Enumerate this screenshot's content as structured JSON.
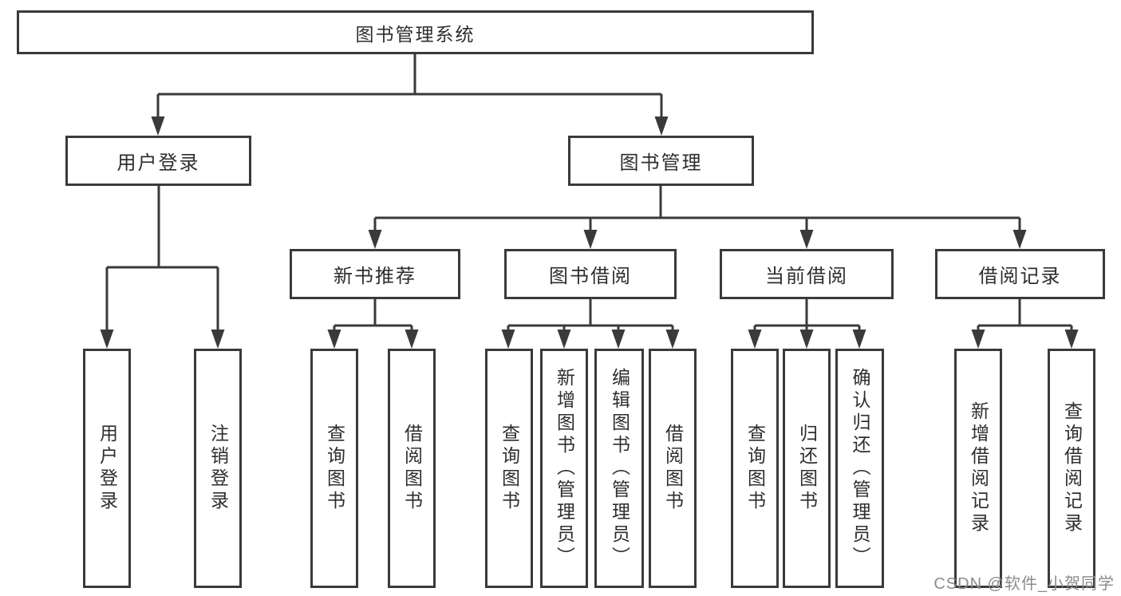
{
  "diagram": {
    "title_node": {
      "label": "图书管理系统"
    },
    "level2": [
      {
        "label": "用户登录"
      },
      {
        "label": "图书管理"
      }
    ],
    "level3": [
      {
        "label": "新书推荐",
        "parent": "图书管理"
      },
      {
        "label": "图书借阅",
        "parent": "图书管理"
      },
      {
        "label": "当前借阅",
        "parent": "图书管理"
      },
      {
        "label": "借阅记录",
        "parent": "图书管理"
      }
    ],
    "leaves": [
      {
        "label": "用户登录",
        "parent": "用户登录"
      },
      {
        "label": "注销登录",
        "parent": "用户登录"
      },
      {
        "label": "查询图书",
        "parent": "新书推荐"
      },
      {
        "label": "借阅图书",
        "parent": "新书推荐"
      },
      {
        "label": "查询图书",
        "parent": "图书借阅"
      },
      {
        "label": "新增图书（管理员）",
        "parent": "图书借阅"
      },
      {
        "label": "编辑图书（管理员）",
        "parent": "图书借阅"
      },
      {
        "label": "借阅图书",
        "parent": "图书借阅"
      },
      {
        "label": "查询图书",
        "parent": "当前借阅"
      },
      {
        "label": "归还图书",
        "parent": "当前借阅"
      },
      {
        "label": "确认归还（管理员）",
        "parent": "当前借阅"
      },
      {
        "label": "新增借阅记录",
        "parent": "借阅记录"
      },
      {
        "label": "查询借阅记录",
        "parent": "借阅记录"
      }
    ],
    "line_color": "#3a3a3a"
  },
  "watermark": {
    "text": "CSDN @软件_小贺同学",
    "color": "#8c8c8c"
  }
}
